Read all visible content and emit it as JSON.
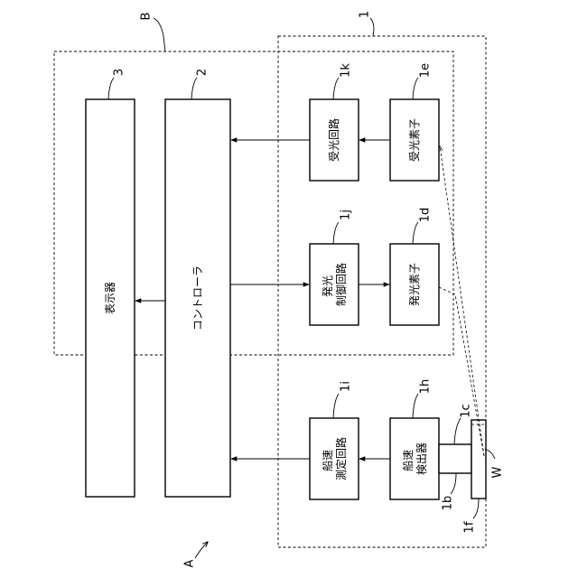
{
  "figure": {
    "label": "A",
    "refs": {
      "system": "B",
      "apparatus": "1",
      "controller": "2",
      "display": "3",
      "light_receiving_circuit": "1k",
      "light_receiving_element": "1e",
      "light_emitting_control_circuit": "1j",
      "light_emitting_element": "1d",
      "ship_speed_measuring_circuit": "1i",
      "ship_speed_detector": "1h",
      "sensor_part_c": "1c",
      "sensor_part_b": "1b",
      "window": "1f",
      "water": "W"
    },
    "blocks": {
      "display": "表示器",
      "controller": "コントローラ",
      "light_receiving_circuit": "受光回路",
      "light_receiving_element": "受光素子",
      "light_emitting_control_circuit": [
        "発光",
        "制御回路"
      ],
      "light_emitting_element": "発光素子",
      "ship_speed_measuring_circuit": [
        "船速",
        "測定回路"
      ],
      "ship_speed_detector": [
        "船速",
        "検出器"
      ]
    }
  }
}
